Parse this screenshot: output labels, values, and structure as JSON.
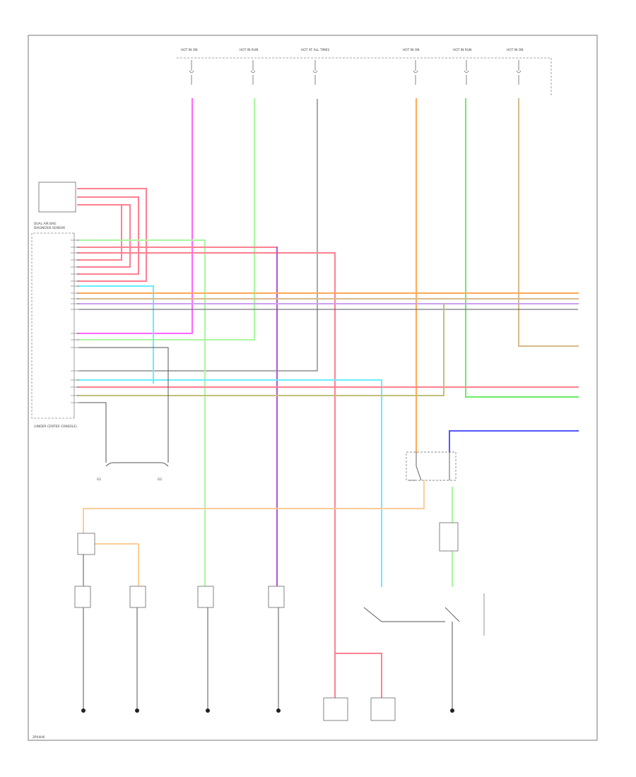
{
  "diagram": {
    "footer_code": "2PX4H6",
    "fuse_labels": [
      "HOT IN ON",
      "HOT IN RUN",
      "HOT AT ALL TIMES",
      "HOT IN ON",
      "HOT IN RUN",
      "HOT IN ON"
    ],
    "wire_colors": {
      "pink": "#ff66ff",
      "light_green": "#a9f7a0",
      "red": "#ff8090",
      "orange": "#ffaa55",
      "green": "#66ee66",
      "tan": "#d8b98a",
      "cyan": "#66eeff",
      "purple": "#b455cc",
      "blue": "#5555ff",
      "peach": "#ffcc99",
      "gray": "#555555"
    }
  }
}
